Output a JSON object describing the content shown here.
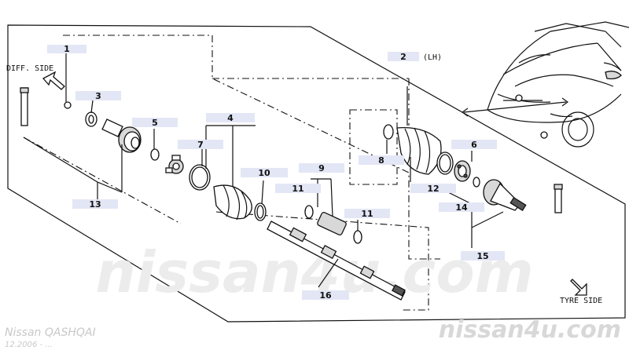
{
  "labels": {
    "p1": "1",
    "p2": "2",
    "p2_suffix": "(LH)",
    "p3": "3",
    "p4": "4",
    "p5": "5",
    "p6": "6",
    "p7": "7",
    "p8": "8",
    "p9": "9",
    "p10": "10",
    "p11a": "11",
    "p11b": "11",
    "p12": "12",
    "p13": "13",
    "p14": "14",
    "p15": "15",
    "p16": "16"
  },
  "side_labels": {
    "diff_side": "DIFF. SIDE",
    "tyre_side": "TYRE SIDE"
  },
  "watermark": {
    "center": "nissan4u.com",
    "bottom_right": "nissan4u.com"
  },
  "caption": {
    "model": "Nissan QASHQAI",
    "date": "12.2006 - ..."
  },
  "colors": {
    "callout_bg": "#e3e6f5",
    "line": "#111111",
    "watermark": "#e6e6e6"
  }
}
